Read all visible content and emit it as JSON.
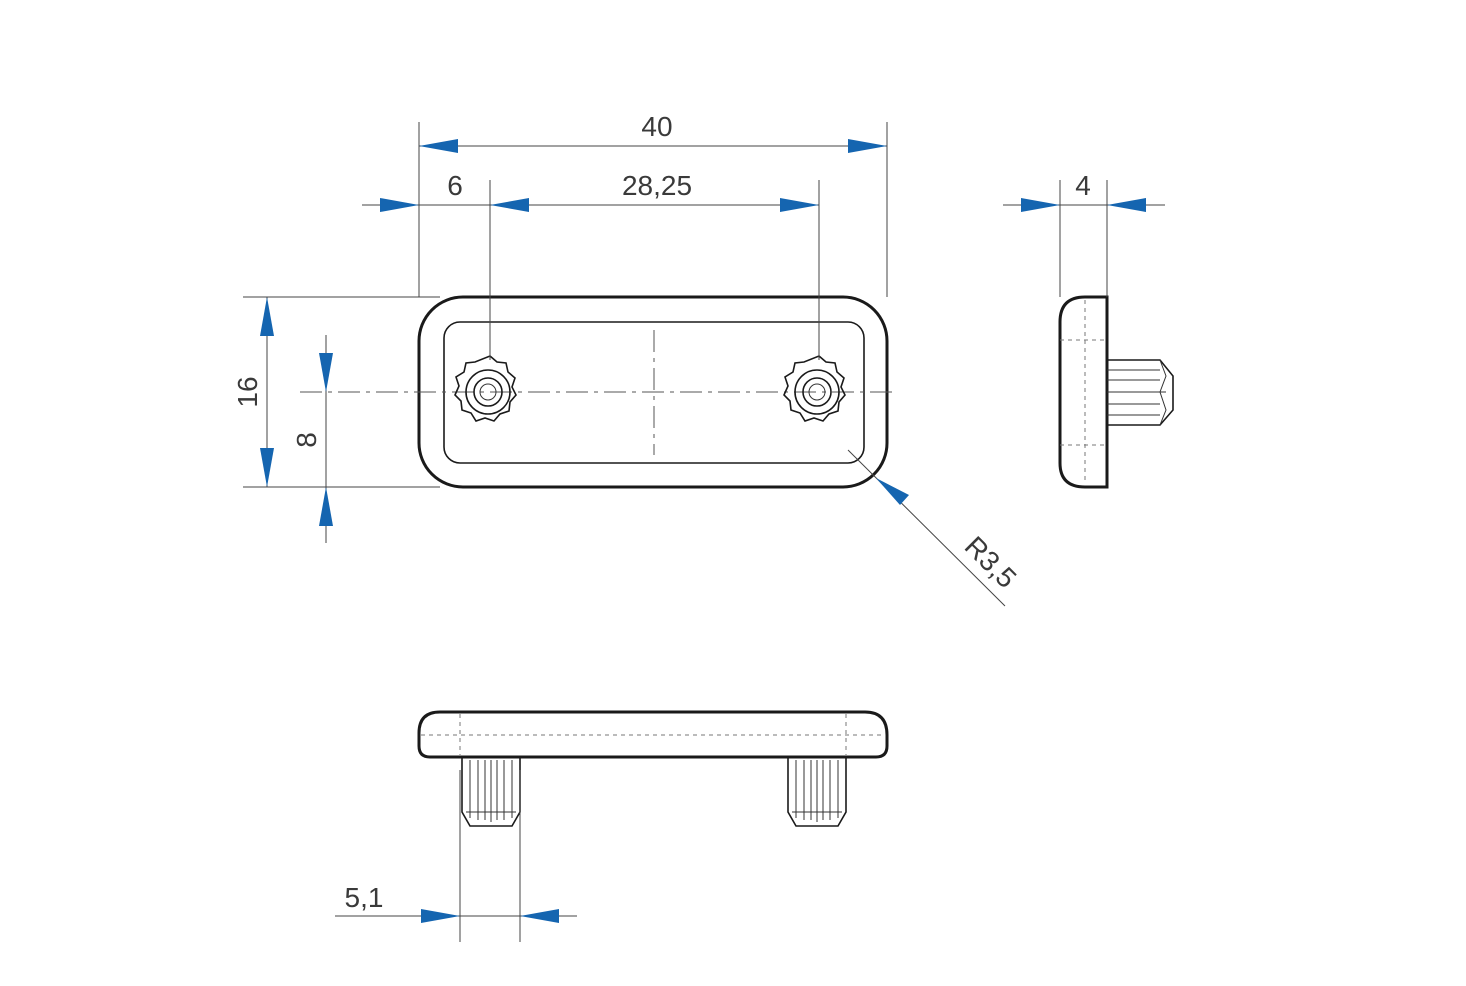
{
  "dimensions": {
    "overall_length": "40",
    "edge_to_pin": "6",
    "pin_spacing": "28,25",
    "pin_length": "4",
    "height": "16",
    "half_height": "8",
    "corner_radius": "R3,5",
    "pin_diameter": "5,1"
  },
  "colors": {
    "arrow": "#1565b0",
    "line": "#1a1a1a",
    "text": "#3a3a3a"
  }
}
